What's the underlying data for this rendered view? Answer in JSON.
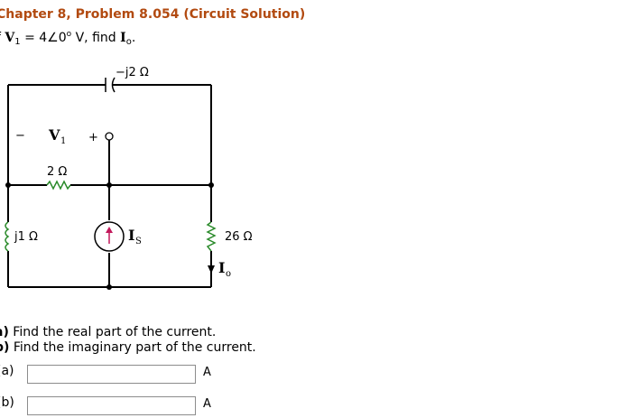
{
  "problem": {
    "title": "Chapter 8, Problem 8.054 (Circuit Solution)",
    "given_prefix": "f ",
    "given_var": "V",
    "given_sub": "1",
    "given_eq": " = 4∠0",
    "given_deg": "o",
    "given_unit": " V, find ",
    "find_var": "I",
    "find_sub": "o",
    "find_end": "."
  },
  "circuit": {
    "capacitor_label": "−j2 Ω",
    "v1_minus": "−",
    "v1_label": "V",
    "v1_sub": "1",
    "v1_plus": "+",
    "resistor_2_label": "2 Ω",
    "inductor_label": "j1 Ω",
    "source_label": "I",
    "source_sub": "S",
    "resistor_26_label": "26 Ω",
    "current_label": "I",
    "current_sub": "o"
  },
  "questions": {
    "a_tag": "a)",
    "a_text": " Find the real part of the current.",
    "b_tag": "b)",
    "b_text": " Find the imaginary part of the current."
  },
  "answers": {
    "a_label": "(a)",
    "a_value": "",
    "a_unit": "A",
    "b_label": "(b)",
    "b_value": "",
    "b_unit": "A"
  }
}
